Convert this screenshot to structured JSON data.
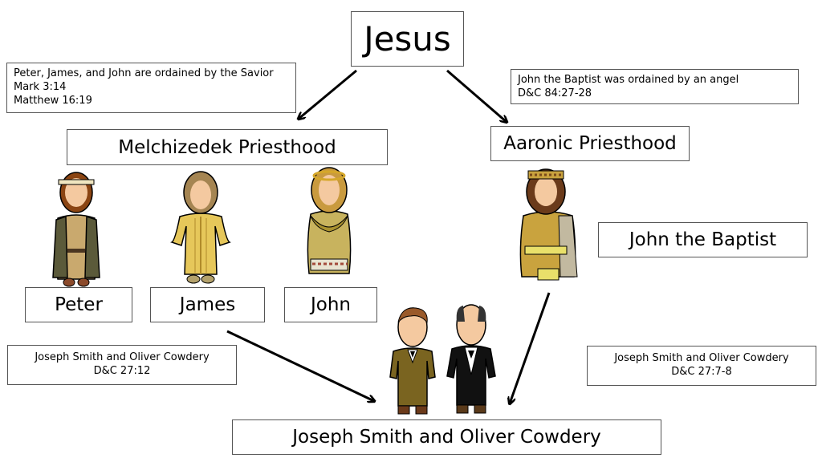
{
  "root": {
    "label": "Jesus"
  },
  "melchizedek": {
    "label": "Melchizedek Priesthood"
  },
  "aaronic": {
    "label": "Aaronic Priesthood"
  },
  "apostles": {
    "peter": "Peter",
    "james": "James",
    "john": "John"
  },
  "baptist": {
    "label": "John the Baptist"
  },
  "result": {
    "label": "Joseph Smith and Oliver Cowdery"
  },
  "notes": {
    "left_top": {
      "line1": "Peter, James, and John are ordained by the Savior",
      "line2": "Mark 3:14",
      "line3": "Matthew 16:19"
    },
    "right_top": {
      "line1": "John the Baptist was ordained by an angel",
      "line2": "D&C 84:27-28"
    },
    "left_bottom": {
      "line1": "Joseph Smith and Oliver Cowdery",
      "line2": "D&C 27:12"
    },
    "right_bottom": {
      "line1": "Joseph Smith and Oliver Cowdery",
      "line2": "D&C 27:7-8"
    }
  }
}
